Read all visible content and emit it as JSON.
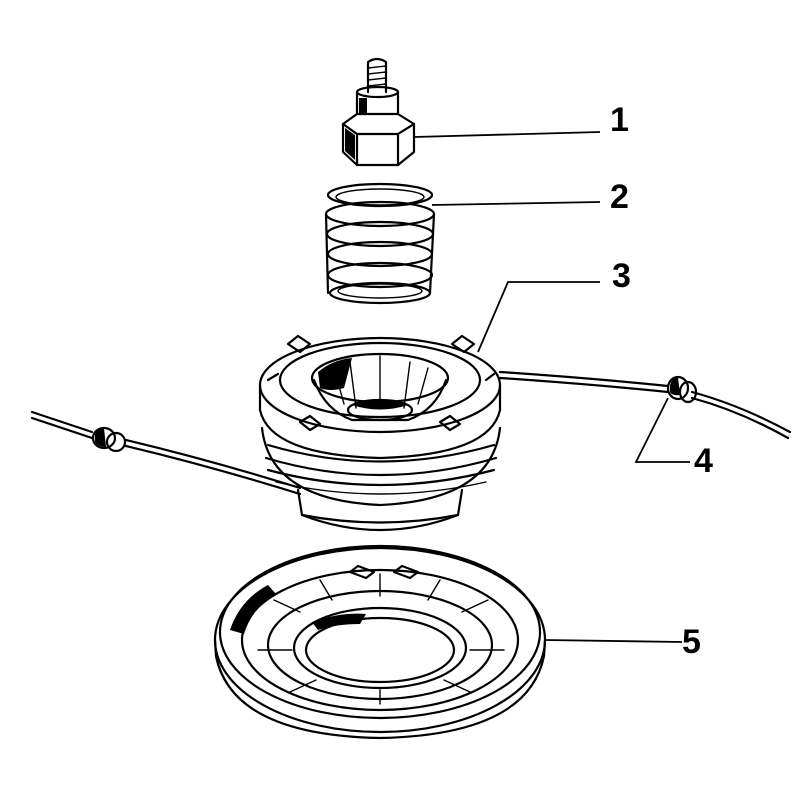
{
  "callouts": [
    {
      "id": "1",
      "label": "1",
      "part": "bolt"
    },
    {
      "id": "2",
      "label": "2",
      "part": "spring"
    },
    {
      "id": "3",
      "label": "3",
      "part": "spool"
    },
    {
      "id": "4",
      "label": "4",
      "part": "line"
    },
    {
      "id": "5",
      "label": "5",
      "part": "cover"
    }
  ],
  "colors": {
    "ink": "#000000",
    "paper": "#ffffff"
  }
}
